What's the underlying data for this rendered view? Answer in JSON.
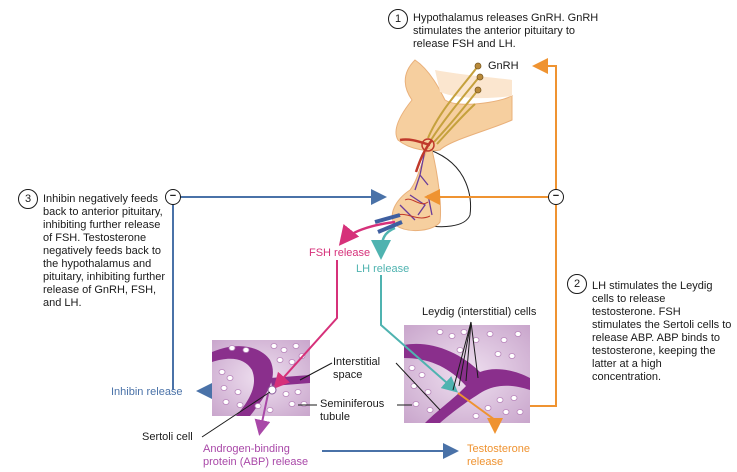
{
  "steps": [
    {
      "number": "1",
      "text": "Hypothalamus releases GnRH. GnRH stimulates the anterior pituitary to release FSH and LH."
    },
    {
      "number": "2",
      "text": "LH stimulates the Leydig cells to release testosterone. FSH stimulates the Sertoli cells to release ABP. ABP binds to testosterone, keeping the latter at a high concentration."
    },
    {
      "number": "3",
      "text": "Inhibin negatively feeds back to anterior pituitary, inhibiting further release of FSH. Testosterone negatively feeds back to the hypothalamus and pituitary, inhibiting further release of GnRH, FSH, and LH."
    }
  ],
  "labels": {
    "gnrh": "GnRH",
    "fsh_release": "FSH release",
    "lh_release": "LH release",
    "inhibin_release": "Inhibin release",
    "abp_release_line1": "Androgen-binding",
    "abp_release_line2": "protein (ABP) release",
    "testosterone_release_line1": "Testosterone",
    "testosterone_release_line2": "release",
    "interstitial_space_line1": "Interstitial",
    "interstitial_space_line2": "space",
    "seminiferous_line1": "Seminiferous",
    "seminiferous_line2": "tubule",
    "sertoli_cell": "Sertoli cell",
    "leydig_cells": "Leydig (interstitial) cells"
  },
  "feedback_symbol": "−",
  "colors": {
    "fsh": "#d6317a",
    "lh": "#4fb3b0",
    "inhibin": "#4a72a8",
    "abp": "#a948a8",
    "testosterone": "#ef9331",
    "tissue_dark": "#8a2f8c",
    "tissue_light": "#d9bcdb"
  }
}
